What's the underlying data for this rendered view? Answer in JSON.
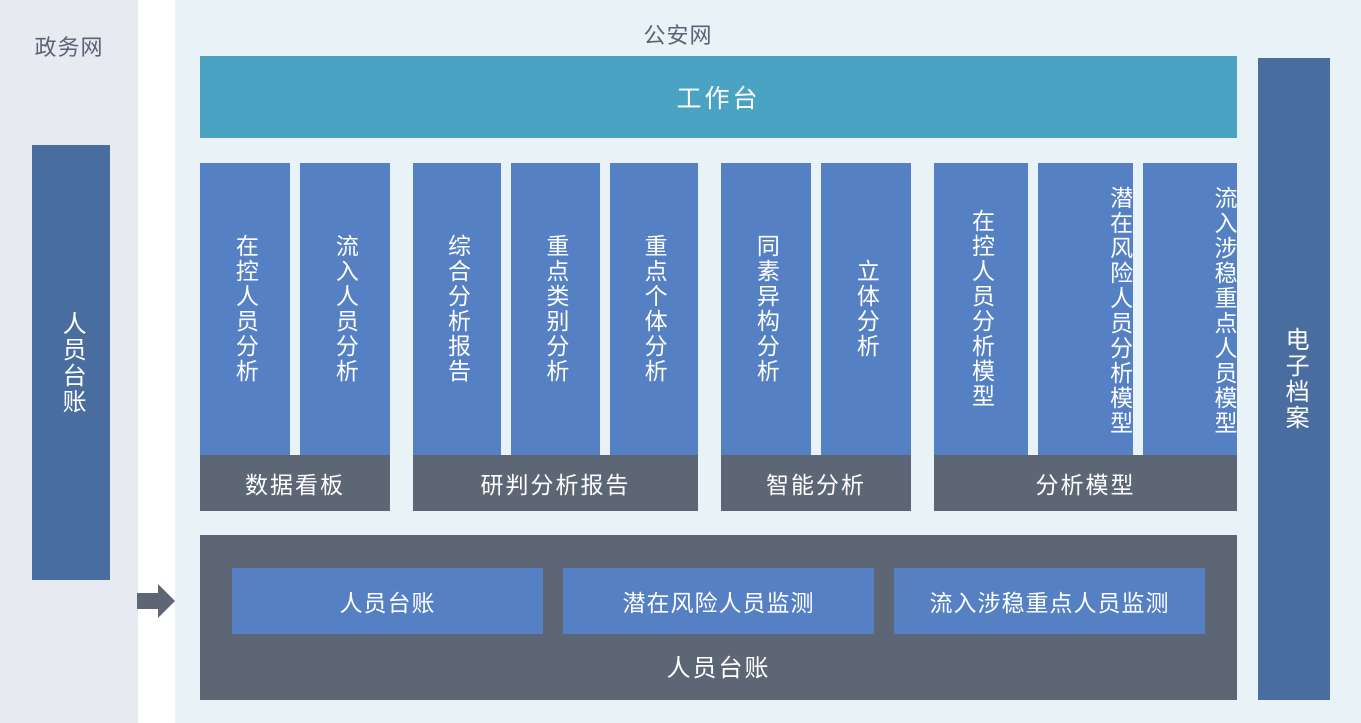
{
  "left_zone": {
    "title": "政务网",
    "card_label": "人员台账"
  },
  "connector": {
    "icon": "right-arrow-icon"
  },
  "main_zone": {
    "title": "公安网",
    "workbench_label": "工作台",
    "groups": [
      {
        "footer_label": "数据看板",
        "cards": [
          "在控人员分析",
          "流入人员分析"
        ]
      },
      {
        "footer_label": "研判分析报告",
        "cards": [
          "综合分析报告",
          "重点类别分析",
          "重点个体分析"
        ]
      },
      {
        "footer_label": "智能分析",
        "cards": [
          "同素异构分析",
          "立体分析"
        ]
      },
      {
        "footer_label": "分析模型",
        "cards": [
          "在控人员分析模型",
          "潜在风险人员分析模型",
          "流入涉稳重点人员模型"
        ]
      }
    ],
    "bottom_panel": {
      "caption": "人员台账",
      "tiles": [
        "人员台账",
        "潜在风险人员监测",
        "流入涉稳重点人员监测"
      ]
    }
  },
  "right_zone": {
    "card_label": "电子档案"
  },
  "colors": {
    "left_panel_bg": "#e8eaf1",
    "main_panel_bg": "#e9f2f6",
    "dark_blue_card": "#4a6d9f",
    "light_blue_card": "#5580c4",
    "teal_bar": "#4ba3c4",
    "gray_bar": "#5c6675",
    "title_text": "#5a6376"
  }
}
